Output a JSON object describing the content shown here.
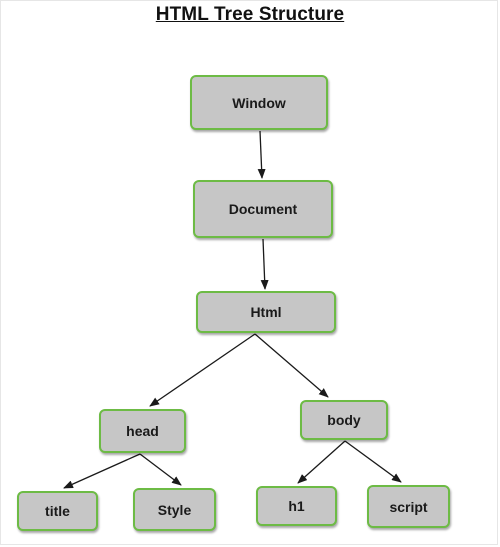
{
  "diagram": {
    "title": "HTML Tree Structure",
    "nodes": {
      "window": "Window",
      "document": "Document",
      "html": "Html",
      "head": "head",
      "body": "body",
      "title": "title",
      "style": "Style",
      "h1": "h1",
      "script": "script"
    },
    "edges": [
      [
        "window",
        "document"
      ],
      [
        "document",
        "html"
      ],
      [
        "html",
        "head"
      ],
      [
        "html",
        "body"
      ],
      [
        "head",
        "title"
      ],
      [
        "head",
        "style"
      ],
      [
        "body",
        "h1"
      ],
      [
        "body",
        "script"
      ]
    ],
    "colors": {
      "node_fill": "#c6c6c6",
      "node_border": "#6dbb45",
      "arrow": "#1a1a1a",
      "text": "#1a1a1a"
    }
  }
}
